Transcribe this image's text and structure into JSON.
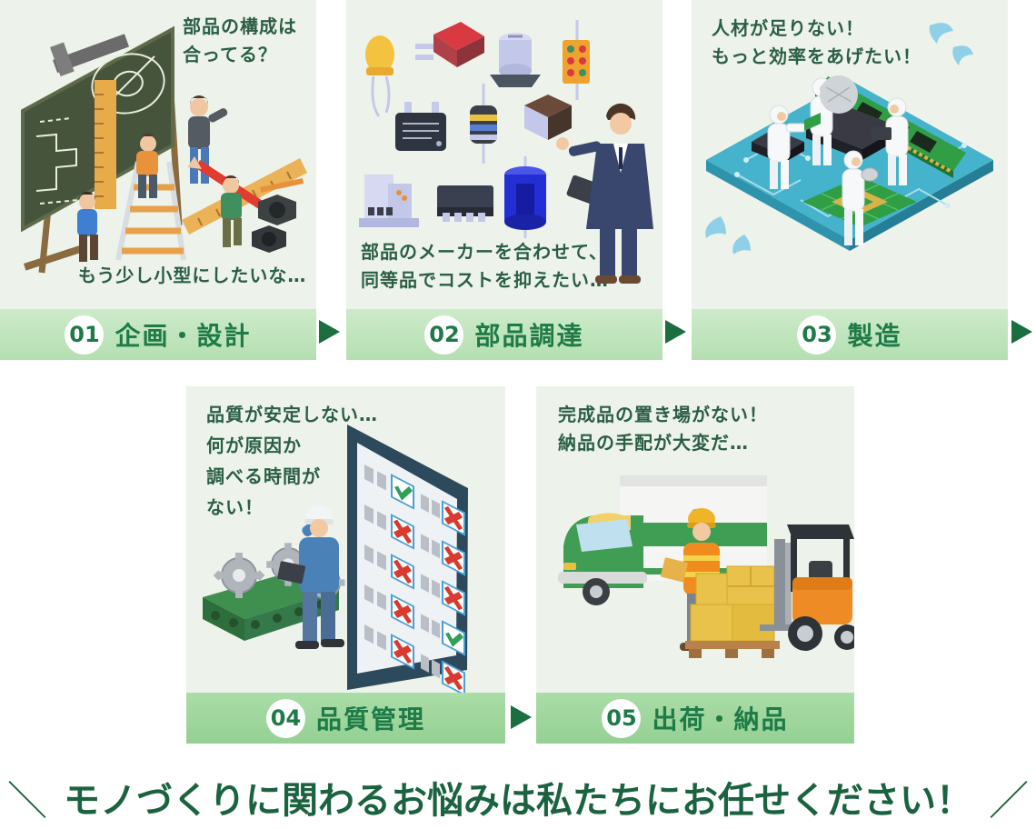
{
  "colors": {
    "page_bg": "#ffffff",
    "card_bg": "#edf3ea",
    "bar_row1": "#bfe4bc",
    "bar_row2": "#9ed69c",
    "accent_green": "#1e7a47",
    "headline_green": "#1b6340",
    "bubble_green": "#2b5e45",
    "arrow_green": "#1a6e3f"
  },
  "headline": {
    "left_mark": "＼",
    "text": "モノづくりに関わるお悩みは私たちにお任せください！",
    "right_mark": "／"
  },
  "steps": [
    {
      "number": "01",
      "label": "企画・設計",
      "bubble_top": "部品の構成は\n合ってる？",
      "bubble_bottom": "もう少し小型にしたいな…",
      "illustration": "planning-design"
    },
    {
      "number": "02",
      "label": "部品調達",
      "bubble_bottom": "部品のメーカーを合わせて、\n同等品でコストを抑えたい…",
      "illustration": "parts-procurement"
    },
    {
      "number": "03",
      "label": "製造",
      "bubble_top": "人材が足りない！\nもっと効率をあげたい！",
      "illustration": "manufacturing"
    },
    {
      "number": "04",
      "label": "品質管理",
      "bubble_top": "品質が安定しない…\n何が原因か\n調べる時間が\nない！",
      "illustration": "quality-control"
    },
    {
      "number": "05",
      "label": "出荷・納品",
      "bubble_top": "完成品の置き場がない！\n納品の手配が大変だ…",
      "illustration": "shipping-delivery"
    }
  ]
}
